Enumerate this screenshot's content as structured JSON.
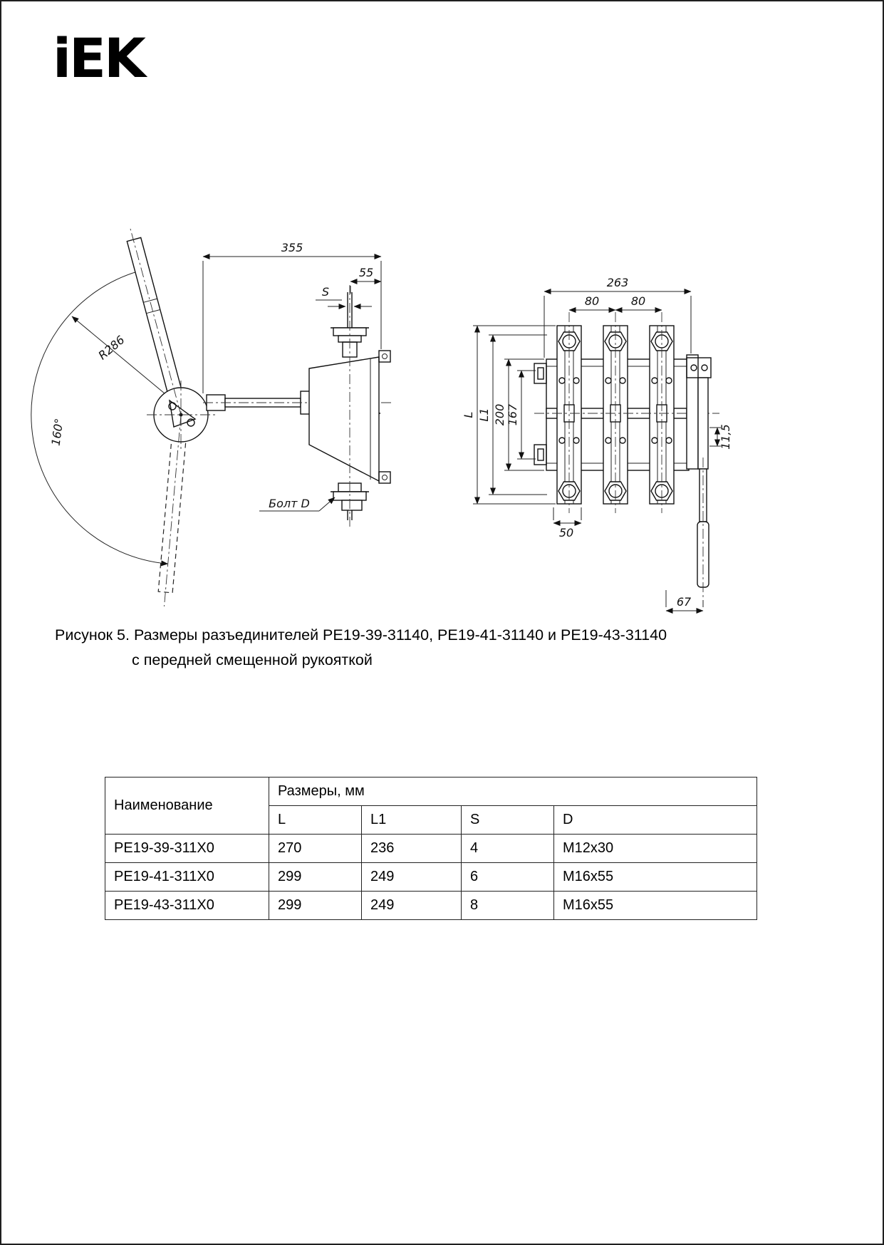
{
  "header": {
    "logo": "iEK"
  },
  "drawing": {
    "left": {
      "dim355": "355",
      "dim55": "55",
      "dimS": "S",
      "radius": "R286",
      "angle": "160°",
      "bolt_label": "Болт D"
    },
    "right": {
      "dim263": "263",
      "dim80a": "80",
      "dim80b": "80",
      "dimL": "L",
      "dimL1": "L1",
      "dim200": "200",
      "dim167": "167",
      "dim50": "50",
      "dim115": "11,5",
      "dim67": "67"
    }
  },
  "caption": {
    "prefix": "Рисунок 5.",
    "line1": "Размеры разъединителей РЕ19-39-31140, РЕ19-41-31140 и РЕ19-43-31140",
    "line2": "с передней смещенной рукояткой"
  },
  "table": {
    "col_name": "Наименование",
    "col_sizes": "Размеры, мм",
    "sub_cols": [
      "L",
      "L1",
      "S",
      "D"
    ],
    "rows": [
      {
        "name": "РЕ19-39-311Х0",
        "l": "270",
        "l1": "236",
        "s": "4",
        "d": "М12х30"
      },
      {
        "name": "РЕ19-41-311Х0",
        "l": "299",
        "l1": "249",
        "s": "6",
        "d": "М16х55"
      },
      {
        "name": "РЕ19-43-311Х0",
        "l": "299",
        "l1": "249",
        "s": "8",
        "d": "М16х55"
      }
    ]
  }
}
